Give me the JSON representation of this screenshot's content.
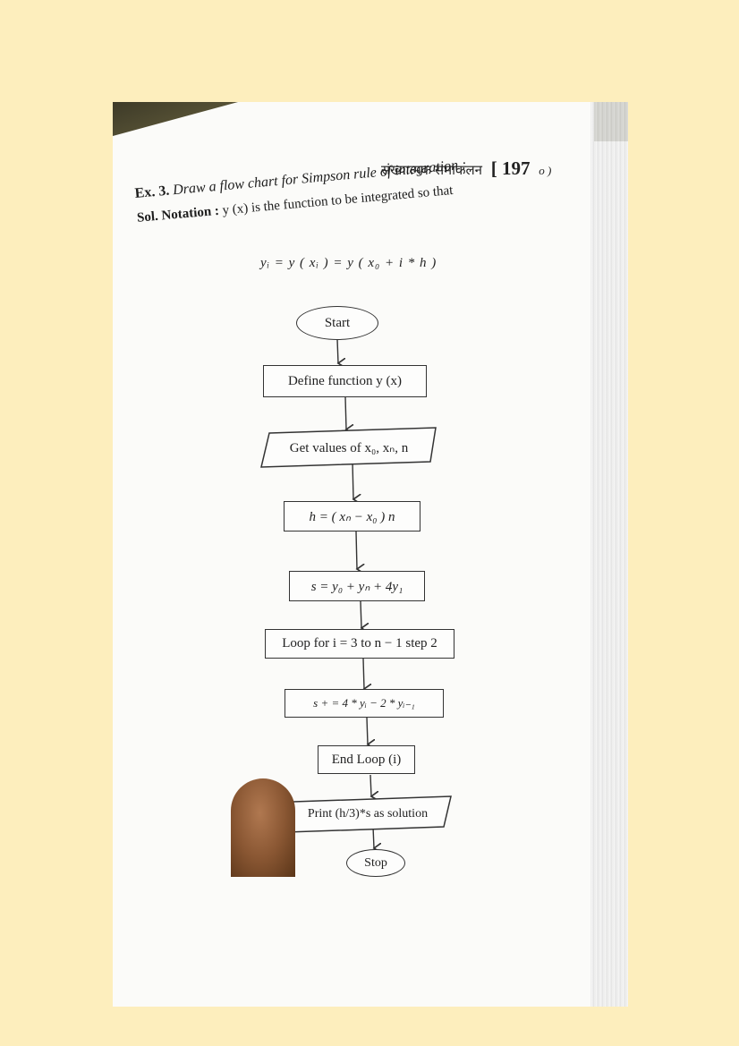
{
  "page": {
    "header_hindi": "संख्यात्मक समाकलन",
    "page_number": "[ 197",
    "header_tail": "o )"
  },
  "example": {
    "label": "Ex. 3.",
    "text": "Draw a flow chart  for Simpson rule of integration :"
  },
  "solution": {
    "label": "Sol.  Notation :",
    "text": "y (x) is the function to be integrated so that"
  },
  "formula": "yᵢ  =  y ( xᵢ )  =  y ( x₀  + i * h )",
  "flowchart": {
    "start": "Start",
    "define": "Define function y (x)",
    "get_values": "Get values of x₀, xₙ, n",
    "h_calc": "h = ( xₙ  − x₀ )   n",
    "s_calc": "s  =  y₀  +  yₙ  + 4y₁",
    "loop": "Loop for i = 3 to n − 1 step 2",
    "update": "s +  = 4 *  yᵢ  −  2 *  yᵢ₋₁",
    "end_loop": "End Loop (i)",
    "print": "Print (h/3)*s as solution",
    "stop": "Stop"
  }
}
